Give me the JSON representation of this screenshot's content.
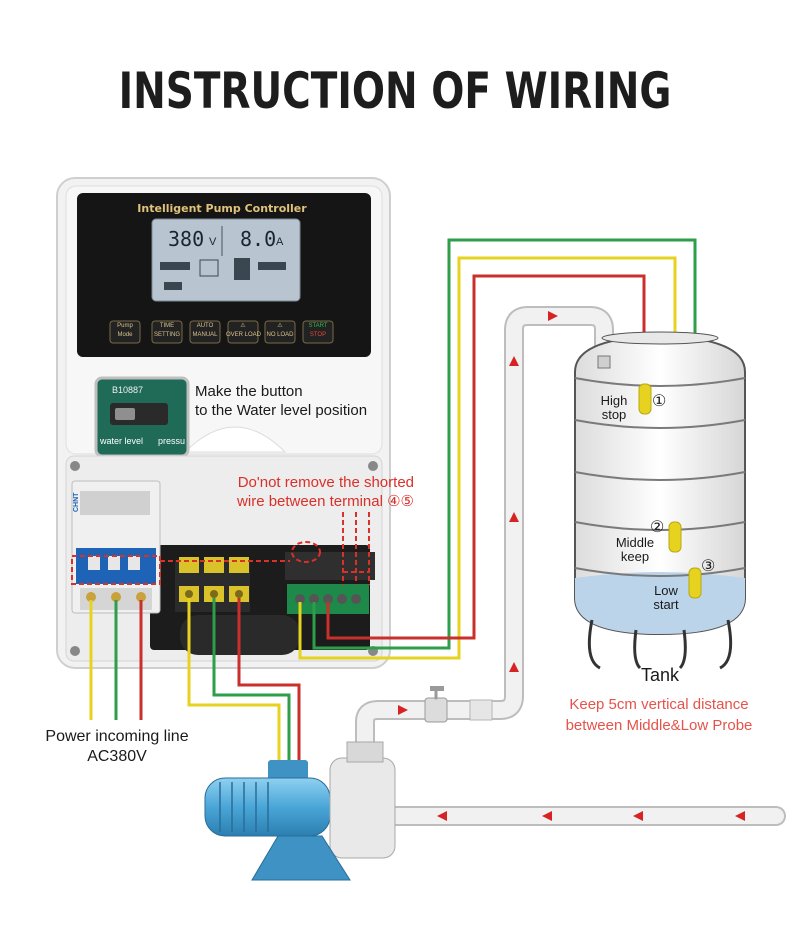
{
  "title": "INSTRUCTION OF WIRING",
  "controller": {
    "name": "Intelligent Pump Controller",
    "voltage_value": "380",
    "voltage_unit": "V",
    "current_value": "8.0",
    "current_unit": "A",
    "buttons": [
      {
        "line1": "Pump",
        "line2": "Mode"
      },
      {
        "line1": "TIME",
        "line2": "SETTING"
      },
      {
        "line1": "AUTO",
        "line2": "MANUAL"
      },
      {
        "line1": "",
        "line2": "OVER LOAD"
      },
      {
        "line1": "",
        "line2": "NO LOAD"
      },
      {
        "line1": "START",
        "line2": "STOP"
      }
    ],
    "switch_code": "B10887",
    "switch_left_label": "water level",
    "switch_right_label": "pressu",
    "breaker_brand": "CHNT"
  },
  "notes": {
    "button_line1": "Make the button",
    "button_line2": "to the Water level position",
    "shorted_line1": "Do'not remove the shorted",
    "shorted_line2": "wire between terminal ④⑤",
    "power_line1": "Power incoming line",
    "power_line2": "AC380V",
    "distance_line1": "Keep 5cm vertical distance",
    "distance_line2": "between Middle&Low Probe"
  },
  "tank": {
    "label": "Tank",
    "probes": [
      {
        "num": "①",
        "line1": "High",
        "line2": "stop"
      },
      {
        "num": "②",
        "line1": "Middle",
        "line2": "keep"
      },
      {
        "num": "③",
        "line1": "Low",
        "line2": "start"
      }
    ]
  },
  "colors": {
    "wire_yellow": "#e6d21f",
    "wire_green": "#2e9e4a",
    "wire_red": "#c9302c",
    "annotation_red": "#d9302a",
    "pipe": "#e9e9e9",
    "pipe_arrow": "#d62424",
    "pump_blue": "#4aa6d8"
  }
}
